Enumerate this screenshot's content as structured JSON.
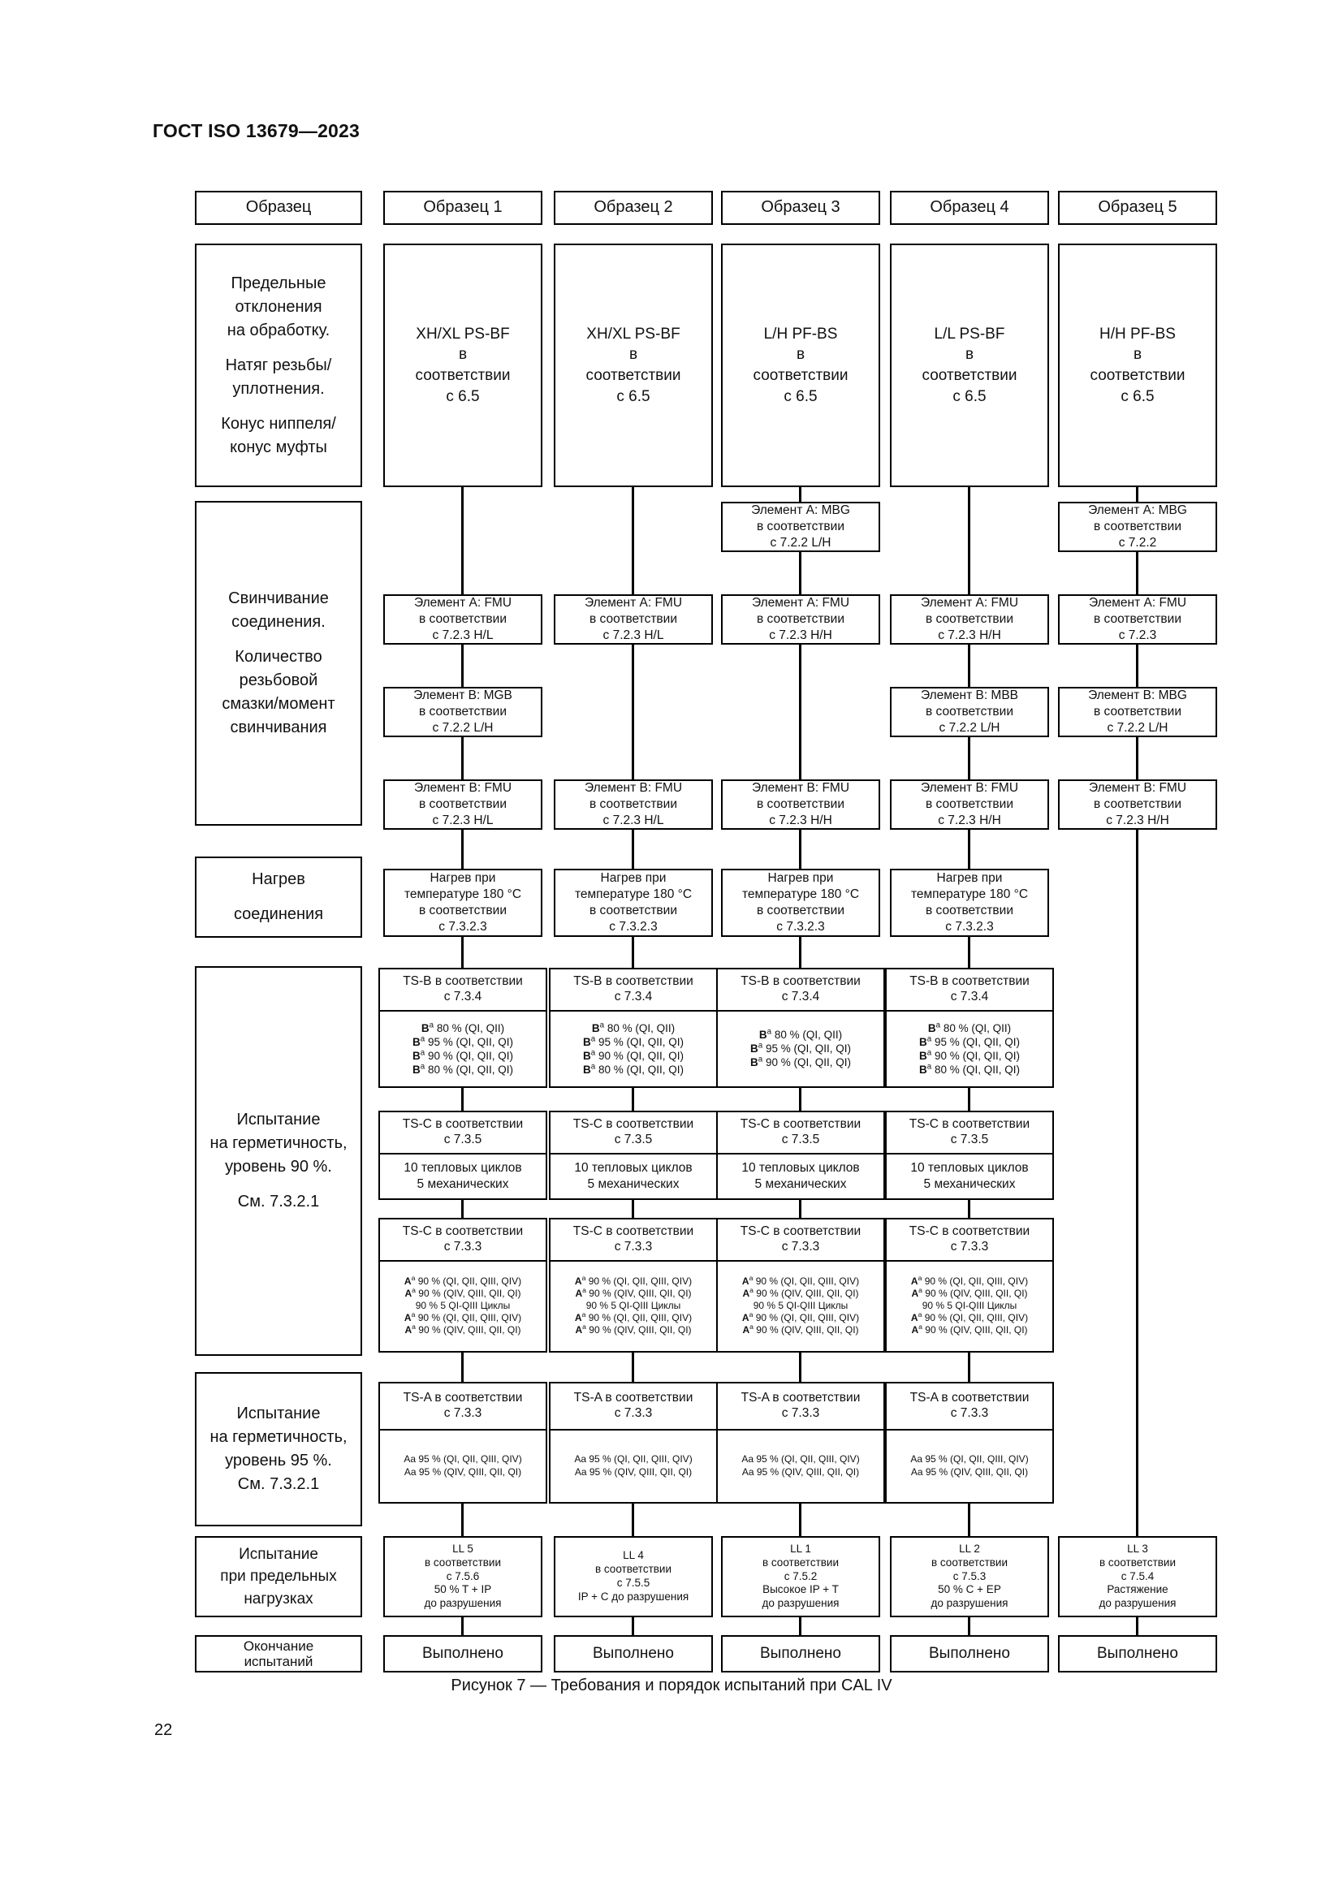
{
  "document": {
    "header": "ГОСТ ISO 13679—2023",
    "page_number": "22",
    "figure_caption": "Рисунок 7 — Требования и порядок испытаний при CAL IV"
  },
  "columns": {
    "headers": [
      "Образец",
      "Образец 1",
      "Образец 2",
      "Образец 3",
      "Образец 4",
      "Образец 5"
    ]
  },
  "rows": {
    "r1_label": {
      "p1": "Предельные",
      "p2": "отклонения",
      "p3": "на обработку.",
      "p4": "Натяг резьбы/",
      "p5": "уплотнения.",
      "p6": "Конус ниппеля/",
      "p7": "конус муфты"
    },
    "r2_label": {
      "p1": "Свинчивание",
      "p2": "соединения.",
      "p3": "Количество",
      "p4": "резьбовой",
      "p5": "смазки/момент",
      "p6": "свинчивания"
    },
    "r3_label": {
      "p1": "Нагрев",
      "p2": "соединения"
    },
    "r4_label": {
      "p1": "Испытание",
      "p2": "на герметичность,",
      "p3": "уровень 90 %.",
      "p4": "См. 7.3.2.1"
    },
    "r5_label": {
      "p1": "Испытание",
      "p2": "на герметичность,",
      "p3": "уровень 95 %.",
      "p4": "См. 7.3.2.1"
    },
    "r6_label": {
      "p1": "Испытание",
      "p2": "при предельных",
      "p3": "нагрузках"
    },
    "r7_label": {
      "p1": "Окончание",
      "p2": "испытаний"
    }
  },
  "tolerance_row": {
    "s1": {
      "l1": "XH/XL PS-BF",
      "l2": "в",
      "l3": "соответствии",
      "l4": "с 6.5"
    },
    "s2": {
      "l1": "XH/XL PS-BF",
      "l2": "в",
      "l3": "соответствии",
      "l4": "с 6.5"
    },
    "s3": {
      "l1": "L/H PF-BS",
      "l2": "в",
      "l3": "соответствии",
      "l4": "с 6.5"
    },
    "s4": {
      "l1": "L/L PS-BF",
      "l2": "в",
      "l3": "соответствии",
      "l4": "с 6.5"
    },
    "s5": {
      "l1": "H/H PF-BS",
      "l2": "в",
      "l3": "соответствии",
      "l4": "с 6.5"
    }
  },
  "makeup_row": {
    "elemA_mbg_s3": {
      "l1": "Элемент A: MBG",
      "l2": "в соответствии",
      "l3": "с 7.2.2 L/H"
    },
    "elemA_mbg_s5": {
      "l1": "Элемент A: MBG",
      "l2": "в соответствии",
      "l3": "с 7.2.2"
    },
    "elemA_fmu": {
      "s1": {
        "l1": "Элемент A: FMU",
        "l2": "в соответствии",
        "l3": "с 7.2.3 H/L"
      },
      "s2": {
        "l1": "Элемент A: FMU",
        "l2": "в соответствии",
        "l3": "с 7.2.3 H/L"
      },
      "s3": {
        "l1": "Элемент A: FMU",
        "l2": "в соответствии",
        "l3": "с 7.2.3 H/H"
      },
      "s4": {
        "l1": "Элемент A: FMU",
        "l2": "в соответствии",
        "l3": "с 7.2.3 H/H"
      },
      "s5": {
        "l1": "Элемент A: FMU",
        "l2": "в соответствии",
        "l3": "с 7.2.3"
      }
    },
    "elemB_m": {
      "s1": {
        "l1": "Элемент B: MGB",
        "l2": "в соответствии",
        "l3": "с 7.2.2 L/H"
      },
      "s4": {
        "l1": "Элемент B: MBB",
        "l2": "в соответствии",
        "l3": "с 7.2.2 L/H"
      },
      "s5": {
        "l1": "Элемент B: MBG",
        "l2": "в соответствии",
        "l3": "с 7.2.2 L/H"
      }
    },
    "elemB_fmu": {
      "s1": {
        "l1": "Элемент B: FMU",
        "l2": "в соответствии",
        "l3": "с 7.2.3 H/L"
      },
      "s2": {
        "l1": "Элемент B: FMU",
        "l2": "в соответствии",
        "l3": "с 7.2.3 H/L"
      },
      "s3": {
        "l1": "Элемент B: FMU",
        "l2": "в соответствии",
        "l3": "с 7.2.3 H/H"
      },
      "s4": {
        "l1": "Элемент B: FMU",
        "l2": "в соответствии",
        "l3": "с 7.2.3 H/H"
      },
      "s5": {
        "l1": "Элемент B: FMU",
        "l2": "в соответствии",
        "l3": "с 7.2.3 H/H"
      }
    }
  },
  "heating_row": {
    "cell": {
      "l1": "Нагрев при",
      "l2": "температуре 180 °C",
      "l3": "в соответствии",
      "l4": "с 7.3.2.3"
    }
  },
  "tsb_row": {
    "head": {
      "l1": "TS-B в соответствии",
      "l2": "с 7.3.4"
    },
    "lines_4": [
      "80 % (QI, QII)",
      "95 % (QI, QII, QI)",
      "90 % (QI, QII, QI)",
      "80 % (QI, QII, QI)"
    ],
    "lines_3": [
      "80 % (QI, QII)",
      "95 % (QI, QII, QI)",
      "90 % (QI, QII, QI)"
    ],
    "prefix": "B"
  },
  "tsc_cycles_row": {
    "head": {
      "l1": "TS-C в соответствии",
      "l2": "с 7.3.5"
    },
    "body": {
      "l1": "10 тепловых циклов",
      "l2": "5 механических"
    }
  },
  "tsc_733_row": {
    "head": {
      "l1": "TS-C в соответствии",
      "l2": "с 7.3.3"
    },
    "prefix": "A",
    "lines": [
      "90 % (QI, QII, QIII, QIV)",
      "90 % (QIV, QIII, QII, QI)",
      "90 % 5 QI-QIII Циклы",
      "90 % (QI, QII, QIII, QIV)",
      "90 % (QIV, QIII, QII, QI)"
    ],
    "line3_plain_index": 2
  },
  "tsa_row": {
    "head": {
      "l1": "TS-A в соответствии",
      "l2": "с 7.3.3"
    },
    "lines": [
      "Aa 95 % (QI, QII, QIII, QIV)",
      "Aa 95 % (QIV, QIII, QII, QI)"
    ]
  },
  "limit_loads_row": {
    "s1": {
      "l1": "LL 5",
      "l2": "в соответствии",
      "l3": "с 7.5.6",
      "l4": "50 % T + IP",
      "l5": "до разрушения"
    },
    "s2": {
      "l1": "LL 4",
      "l2": "в соответствии",
      "l3": "с 7.5.5",
      "l4": "IP + C до разрушения",
      "l5": ""
    },
    "s3": {
      "l1": "LL 1",
      "l2": "в соответствии",
      "l3": "с 7.5.2",
      "l4": "Высокое IP + T",
      "l5": "до разрушения"
    },
    "s4": {
      "l1": "LL 2",
      "l2": "в соответствии",
      "l3": "с 7.5.3",
      "l4": "50 % C + EP",
      "l5": "до разрушения"
    },
    "s5": {
      "l1": "LL 3",
      "l2": "в соответствии",
      "l3": "с 7.5.4",
      "l4": "Растяжение",
      "l5": "до разрушения"
    }
  },
  "done_row": {
    "s1": "Выполнено",
    "s2": "Выполнено",
    "s3": "Выполнено",
    "s4": "Выполнено",
    "s5": "Выполнено"
  }
}
